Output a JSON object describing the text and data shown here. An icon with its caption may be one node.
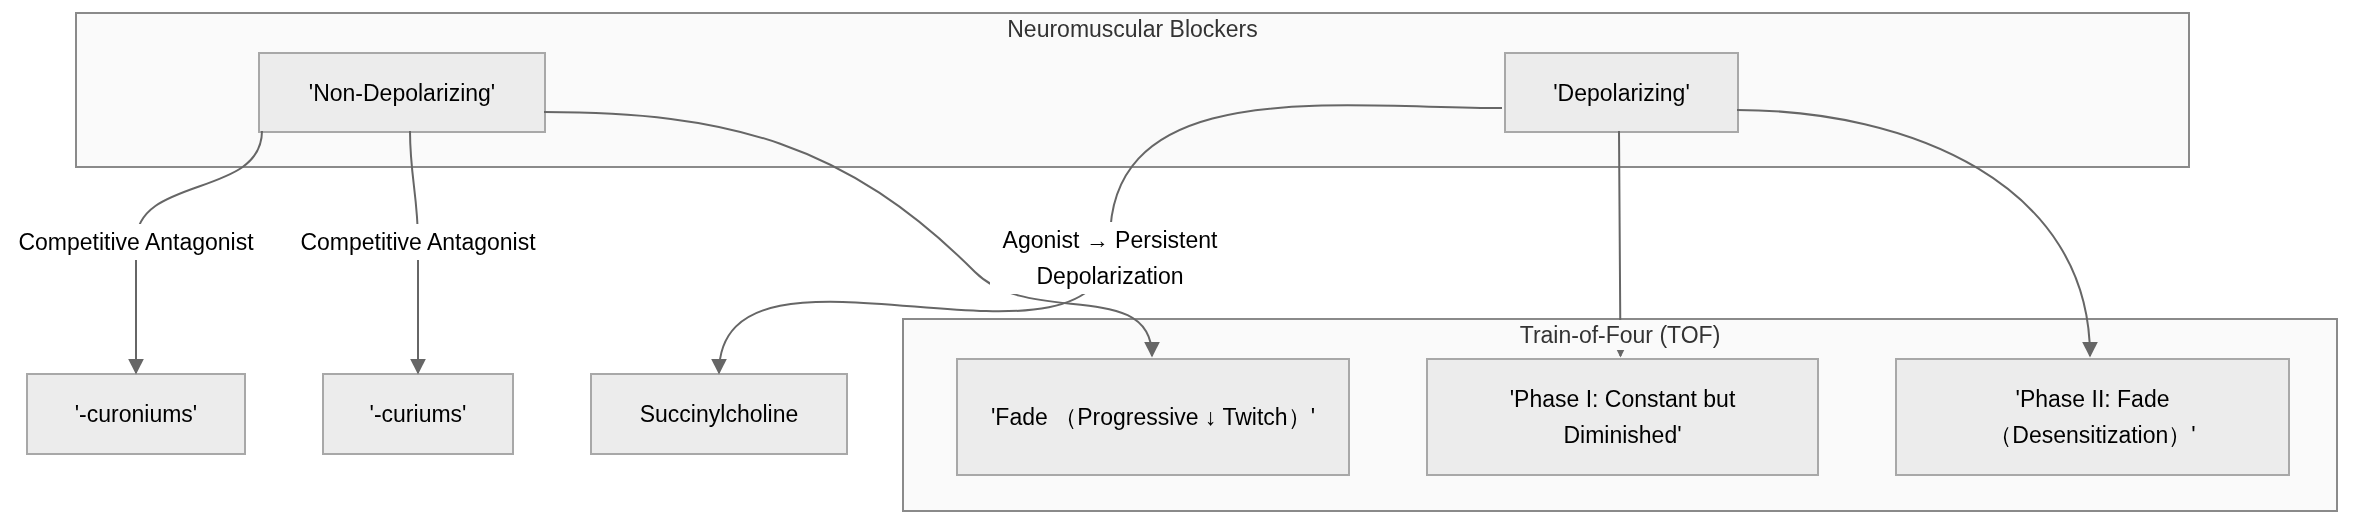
{
  "diagram": {
    "nodes": [
      {
        "text": [
          "Neuromuscular Blockers"
        ]
      },
      {
        "text": [
          "'Non-Depolarizing'"
        ],
        "in": 0
      },
      {
        "text": [
          "'Depolarizing'"
        ],
        "in": 0
      },
      {
        "text": [
          "'-curoniums'"
        ]
      },
      {
        "text": [
          "'-curiums'"
        ]
      },
      {
        "text": [
          "Succinylcholine"
        ]
      },
      {
        "text": [
          "Train-of-Four (TOF)"
        ]
      },
      {
        "text": [
          "'Fade （Progressive ↓ Twitch）'"
        ],
        "in": 6
      },
      {
        "text": [
          "'Phase I: Constant but Diminished'"
        ],
        "in": 6
      },
      {
        "text": [
          "'Phase II: Fade （Desensitization）'"
        ],
        "in": 6
      }
    ],
    "edges": [
      {
        "from": 1,
        "to": 3,
        "arrow": "to",
        "label": "Competitive Antagonist"
      },
      {
        "from": 1,
        "to": 4,
        "arrow": "to",
        "label": "Competitive Antagonist"
      },
      {
        "from": 1,
        "to": 7,
        "arrow": "to"
      },
      {
        "from": 2,
        "to": 5,
        "arrow": "to",
        "label": "Agonist → Persistent Depolarization"
      },
      {
        "from": 2,
        "to": 8,
        "arrow": "to"
      },
      {
        "from": 2,
        "to": 9,
        "arrow": "to"
      }
    ]
  }
}
